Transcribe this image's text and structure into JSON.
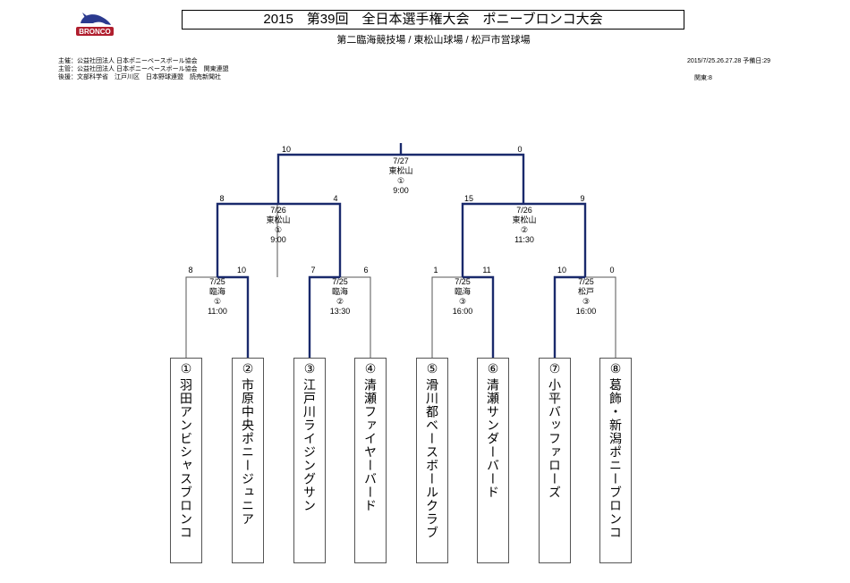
{
  "header": {
    "title": "2015　第39回　全日本選手権大会　ポニーブロンコ大会",
    "venues": "第二臨海競技場 /  東松山球場 / 松戸市営球場",
    "logo_text": "BRONCO"
  },
  "credits": {
    "sponsor": "主催：公益社団法人 日本ポニーベースボール協会",
    "organizer": "主管：公益社団法人 日本ポニーベースボール協会　関東連盟",
    "support": "後援：文部科学省　江戸川区　日本野球連盟　読売新聞社"
  },
  "meta": {
    "schedule": "2015/7/25.26.27.28 予備日:29",
    "region": "関東:8"
  },
  "teams": [
    {
      "num": "①",
      "name": "羽田アンビシャスブロンコ"
    },
    {
      "num": "②",
      "name": "市原中央ポニージュニア"
    },
    {
      "num": "③",
      "name": "江戸川ライジングサン"
    },
    {
      "num": "④",
      "name": "清瀬ファイヤーバード"
    },
    {
      "num": "⑤",
      "name": "滑川都ベースボールクラブ"
    },
    {
      "num": "⑥",
      "name": "清瀬サンダーバード"
    },
    {
      "num": "⑦",
      "name": "小平バッファローズ"
    },
    {
      "num": "⑧",
      "name": "葛飾・新潟ポニーブロンコ"
    }
  ],
  "round1": [
    {
      "date": "7/25",
      "venue": "臨海",
      "field": "①",
      "time": "11:00",
      "score_left": "8",
      "score_right": "10"
    },
    {
      "date": "7/25",
      "venue": "臨海",
      "field": "②",
      "time": "13:30",
      "score_left": "7",
      "score_right": "6"
    },
    {
      "date": "7/25",
      "venue": "臨海",
      "field": "③",
      "time": "16:00",
      "score_left": "1",
      "score_right": "11"
    },
    {
      "date": "7/25",
      "venue": "松戸",
      "field": "③",
      "time": "16:00",
      "score_left": "10",
      "score_right": "0"
    }
  ],
  "semis": [
    {
      "date": "7/26",
      "venue": "東松山",
      "field": "①",
      "time": "9:00",
      "score_left": "8",
      "score_right": "4"
    },
    {
      "date": "7/26",
      "venue": "東松山",
      "field": "②",
      "time": "11:30",
      "score_left": "15",
      "score_right": "9"
    }
  ],
  "final": {
    "date": "7/27",
    "venue": "東松山",
    "field": "①",
    "time": "9:00",
    "score_left": "10",
    "score_right": "0"
  },
  "colors": {
    "winner_line": "#1a2a6c",
    "loser_line": "#333333"
  }
}
